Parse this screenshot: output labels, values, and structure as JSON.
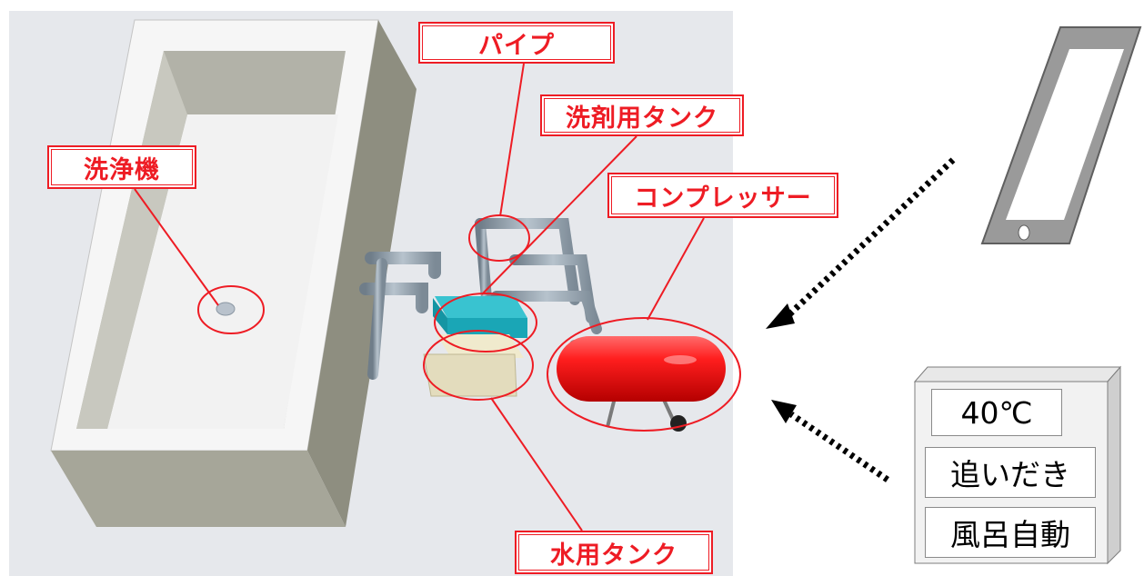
{
  "labels": {
    "pipe": "パイプ",
    "detergent_tank": "洗剤用タンク",
    "washer": "洗浄機",
    "compressor": "コンプレッサー",
    "water_tank": "水用タンク"
  },
  "control_panel": {
    "temperature": "40℃",
    "reheat_button": "追いだき",
    "auto_bath_button": "風呂自動"
  },
  "colors": {
    "callout": "#ee1c24",
    "background": "#e6e8ec",
    "bathtub": "#f4f4f4",
    "bathtub_side": "#a6a699",
    "pipe": "#8c9aa6",
    "detergent_tank": "#1aa6b6",
    "water_tank": "#e3dcbd",
    "compressor": "#e81414"
  },
  "icons": {
    "smartphone": "smartphone-icon",
    "panel": "control-panel-icon",
    "arrows": "dotted-arrow-icon"
  }
}
